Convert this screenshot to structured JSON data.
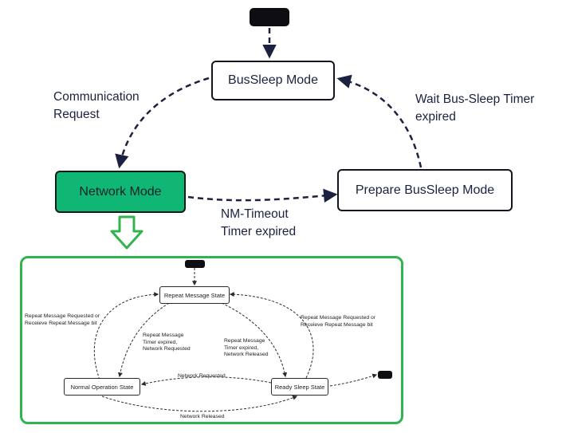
{
  "main_diagram": {
    "states": {
      "bus_sleep": "BusSleep Mode",
      "network": "Network Mode",
      "prepare_bus_sleep": "Prepare BusSleep Mode"
    },
    "transitions": {
      "communication_request_line1": "Communication",
      "communication_request_line2": "Request",
      "wait_timer_line1": "Wait Bus-Sleep Timer",
      "wait_timer_line2": "expired",
      "nm_timeout_line1": "NM-Timeout",
      "nm_timeout_line2": "Timer expired"
    },
    "colors": {
      "network_mode_fill": "#10b774",
      "panel_border": "#2fb44e",
      "arrow_color": "#1c2140"
    }
  },
  "sub_diagram": {
    "states": {
      "repeat_message": "Repeat Message State",
      "normal_operation": "Normal Operation State",
      "ready_sleep": "Ready Sleep State"
    },
    "transitions": {
      "left_outer_line1": "Repeat Message Requested or",
      "left_outer_line2": "Receieve Repeat Message bit",
      "right_outer_line1": "Repeat Message Requested or",
      "right_outer_line2": "Receieve Repeat Message bit",
      "inner_left_line1": "Repeat Message",
      "inner_left_line2": "Timer expired,",
      "inner_left_line3": "Network Requested",
      "inner_right_line1": "Repeat Message",
      "inner_right_line2": "Timer expired,",
      "inner_right_line3": "Network Released",
      "network_requested": "Network Requested",
      "network_released": "Network Released"
    }
  }
}
